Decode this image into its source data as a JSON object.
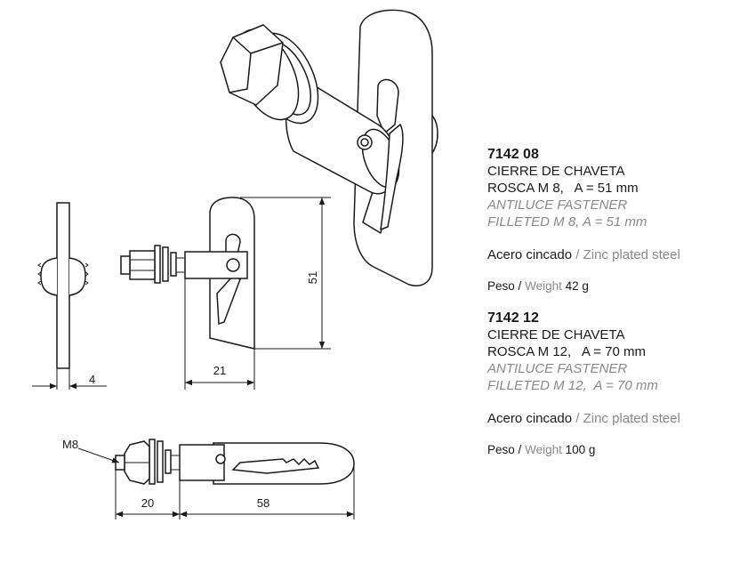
{
  "dimensions": {
    "a": "51",
    "thickness": "4",
    "width": "21",
    "thread": "M8",
    "nut_len": "20",
    "body_len": "58"
  },
  "products": [
    {
      "code": "7142 08",
      "name_es": "CIERRE DE CHAVETA",
      "spec_es": "ROSCA M 8,   A = 51 mm",
      "name_en": "ANTILUCE FASTENER",
      "spec_en": "FILLETED M 8, A = 51 mm",
      "material_es": "Acero cincado",
      "separator": "/",
      "material_en": "Zinc plated steel",
      "weight_es": "Peso",
      "weight_en": "Weight",
      "weight_value": "42 g"
    },
    {
      "code": "7142 12",
      "name_es": "CIERRE DE CHAVETA",
      "spec_es": "ROSCA M 12,   A = 70 mm",
      "name_en": "ANTILUCE FASTENER",
      "spec_en": "FILLETED M 12,  A = 70 mm",
      "material_es": "Acero cincado",
      "separator": "/",
      "material_en": "Zinc plated steel",
      "weight_es": "Peso",
      "weight_en": "Weight",
      "weight_value": "100 g"
    }
  ]
}
